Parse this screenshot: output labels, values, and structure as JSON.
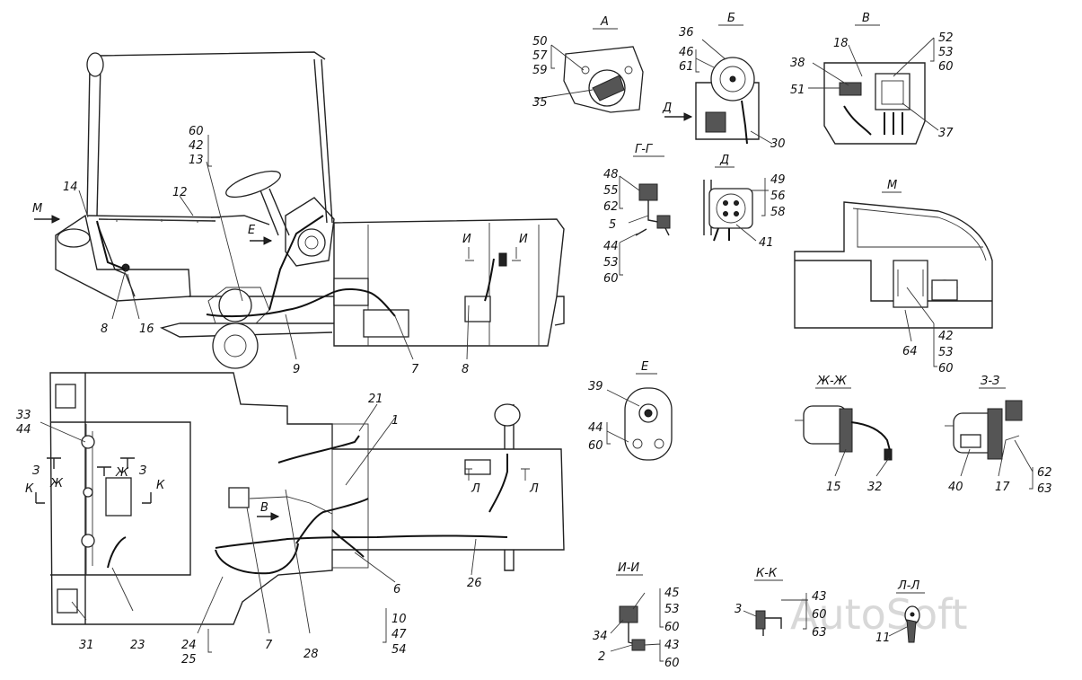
{
  "watermark": "AutoSoft",
  "view_titles": {
    "A": "А",
    "B": "Б",
    "V": "В",
    "GG": "Г-Г",
    "D": "Д",
    "M": "М",
    "E": "Е",
    "ZhZh": "Ж-Ж",
    "ZZ": "З-З",
    "II": "И-И",
    "KK": "К-К",
    "LL": "Л-Л"
  },
  "section_marks": {
    "M": "М",
    "E": "Е",
    "I": "И",
    "D": "Д",
    "V": "В",
    "Z": "З",
    "Zh": "Ж",
    "K": "К",
    "L": "Л"
  },
  "side_callouts": {
    "c1": [
      "60",
      "42",
      "13"
    ],
    "c2": [
      "33",
      "44"
    ],
    "c3": [
      "10",
      "47",
      "54"
    ],
    "c4": [
      "24",
      "25"
    ],
    "A": [
      "50",
      "57",
      "59"
    ],
    "B": [
      "46",
      "61"
    ],
    "V": [
      "52",
      "53",
      "60"
    ],
    "GG_top": [
      "48",
      "55",
      "62"
    ],
    "GG_bottom": [
      "44",
      "53",
      "60"
    ],
    "D": [
      "49",
      "56",
      "58"
    ],
    "M": [
      "42",
      "53",
      "60"
    ],
    "E": [
      "44",
      "60"
    ],
    "ZZ": [
      "62",
      "63"
    ],
    "II_top": [
      "45",
      "53",
      "60"
    ],
    "II_bottom": [
      "43",
      "60"
    ],
    "KK": [
      "43",
      "60",
      "63"
    ]
  },
  "labels": {
    "n14": "14",
    "n12": "12",
    "n8a": "8",
    "n16": "16",
    "n9": "9",
    "n7a": "7",
    "n8b": "8",
    "n21": "21",
    "n1": "1",
    "n6": "6",
    "n26": "26",
    "n31": "31",
    "n23": "23",
    "n7b": "7",
    "n28": "28",
    "n35": "35",
    "n36": "36",
    "n30": "30",
    "n18": "18",
    "n38": "38",
    "n51": "51",
    "n37": "37",
    "n5": "5",
    "n41": "41",
    "n64": "64",
    "n39": "39",
    "n15": "15",
    "n32": "32",
    "n40": "40",
    "n17": "17",
    "n34": "34",
    "n2": "2",
    "n3": "3",
    "n11": "11"
  }
}
